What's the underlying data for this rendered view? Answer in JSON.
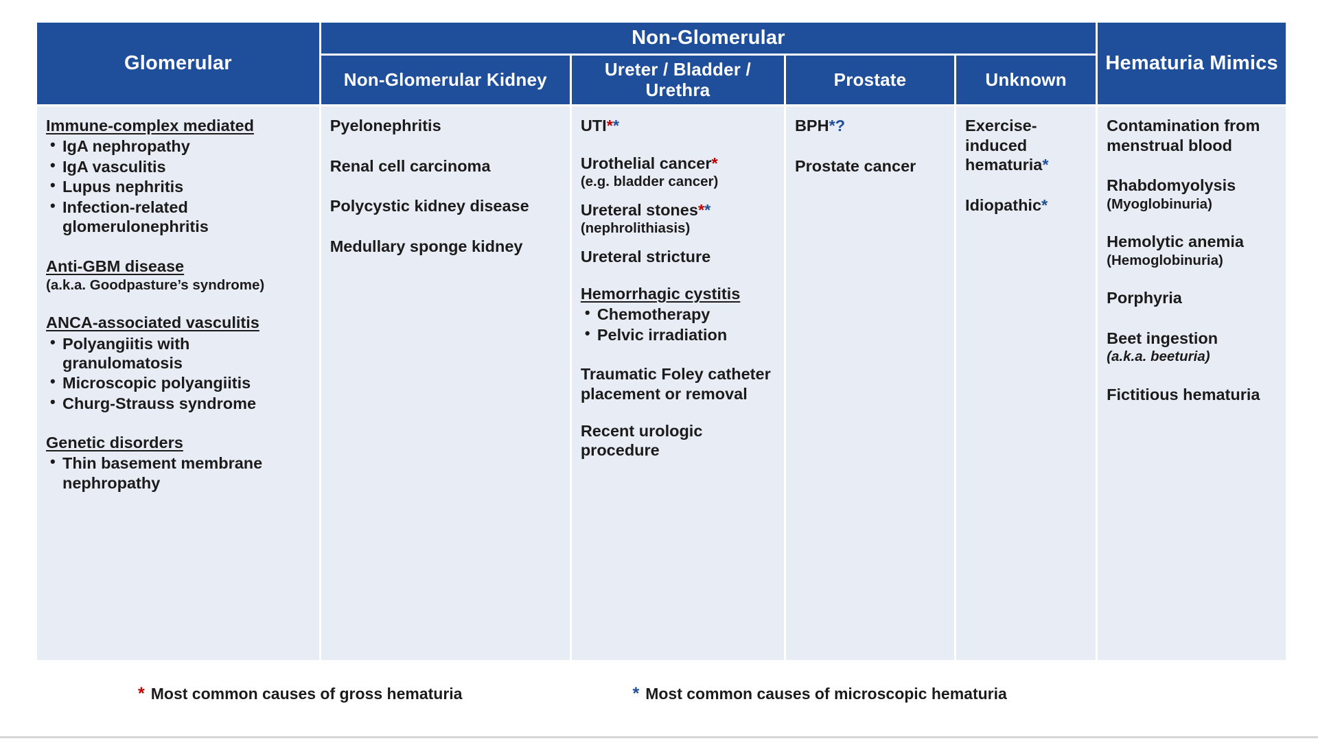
{
  "header": {
    "glomerular": "Glomerular",
    "non_glomerular_group": "Non-Glomerular",
    "non_glomerular_kidney": "Non-Glomerular Kidney",
    "ureter_bladder_urethra": "Ureter / Bladder / Urethra",
    "prostate": "Prostate",
    "unknown": "Unknown",
    "hematuria_mimics": "Hematuria Mimics"
  },
  "colors": {
    "header_bg": "#1F4E9B",
    "cell_bg": "#E8ECF5",
    "gross_marker": "#C00000",
    "microscopic_marker": "#1F4E9B",
    "text": "#1B1B1B"
  },
  "glomerular": {
    "group1_title": "Immune-complex mediated",
    "group1_items": [
      "IgA nephropathy",
      "IgA vasculitis",
      "Lupus nephritis",
      "Infection-related glomerulonephritis"
    ],
    "group2_title": "Anti-GBM disease",
    "group2_note": "(a.k.a. Goodpasture’s syndrome)",
    "group3_title": "ANCA-associated vasculitis",
    "group3_items": [
      "Polyangiitis with granulomatosis",
      "Microscopic polyangiitis",
      "Churg-Strauss syndrome"
    ],
    "group4_title": "Genetic disorders",
    "group4_items": [
      "Thin basement membrane nephropathy"
    ]
  },
  "non_glomerular_kidney": {
    "items": [
      "Pyelonephritis",
      "Renal cell carcinoma",
      "Polycystic kidney disease",
      "Medullary sponge kidney"
    ]
  },
  "ureter_bladder_urethra": {
    "uti": "UTI",
    "uti_markers": [
      "*",
      "*"
    ],
    "urothelial_cancer": "Urothelial cancer",
    "urothelial_cancer_marker": "*",
    "urothelial_cancer_note": "(e.g. bladder cancer)",
    "ureteral_stones": "Ureteral stones",
    "ureteral_stones_markers": [
      "*",
      "*"
    ],
    "ureteral_stones_note": "(nephrolithiasis)",
    "ureteral_stricture": "Ureteral stricture",
    "hemorrhagic_cystitis_title": "Hemorrhagic cystitis",
    "hemorrhagic_cystitis_items": [
      "Chemotherapy",
      "Pelvic irradiation"
    ],
    "traumatic_foley": "Traumatic Foley catheter placement or removal",
    "recent_urologic": "Recent urologic procedure"
  },
  "prostate": {
    "bph": "BPH",
    "bph_marker": "*",
    "bph_query": "?",
    "prostate_cancer": "Prostate cancer"
  },
  "unknown": {
    "exercise_induced": "Exercise-induced hematuria",
    "exercise_induced_marker": "*",
    "idiopathic": "Idiopathic",
    "idiopathic_marker": "*"
  },
  "hematuria_mimics": {
    "items": [
      {
        "name": "Contamination from menstrual blood",
        "note": ""
      },
      {
        "name": "Rhabdomyolysis",
        "note": "(Myoglobinuria)"
      },
      {
        "name": "Hemolytic anemia",
        "note": "(Hemoglobinuria)"
      },
      {
        "name": "Porphyria",
        "note": ""
      },
      {
        "name": "Beet ingestion",
        "note": "(a.k.a. beeturia)",
        "note_italic": true
      },
      {
        "name": "Fictitious hematuria",
        "note": ""
      }
    ]
  },
  "legend": {
    "gross_mark": "*",
    "gross_text": "Most common causes of gross hematuria",
    "micro_mark": "*",
    "micro_text": "Most common causes of microscopic hematuria"
  }
}
